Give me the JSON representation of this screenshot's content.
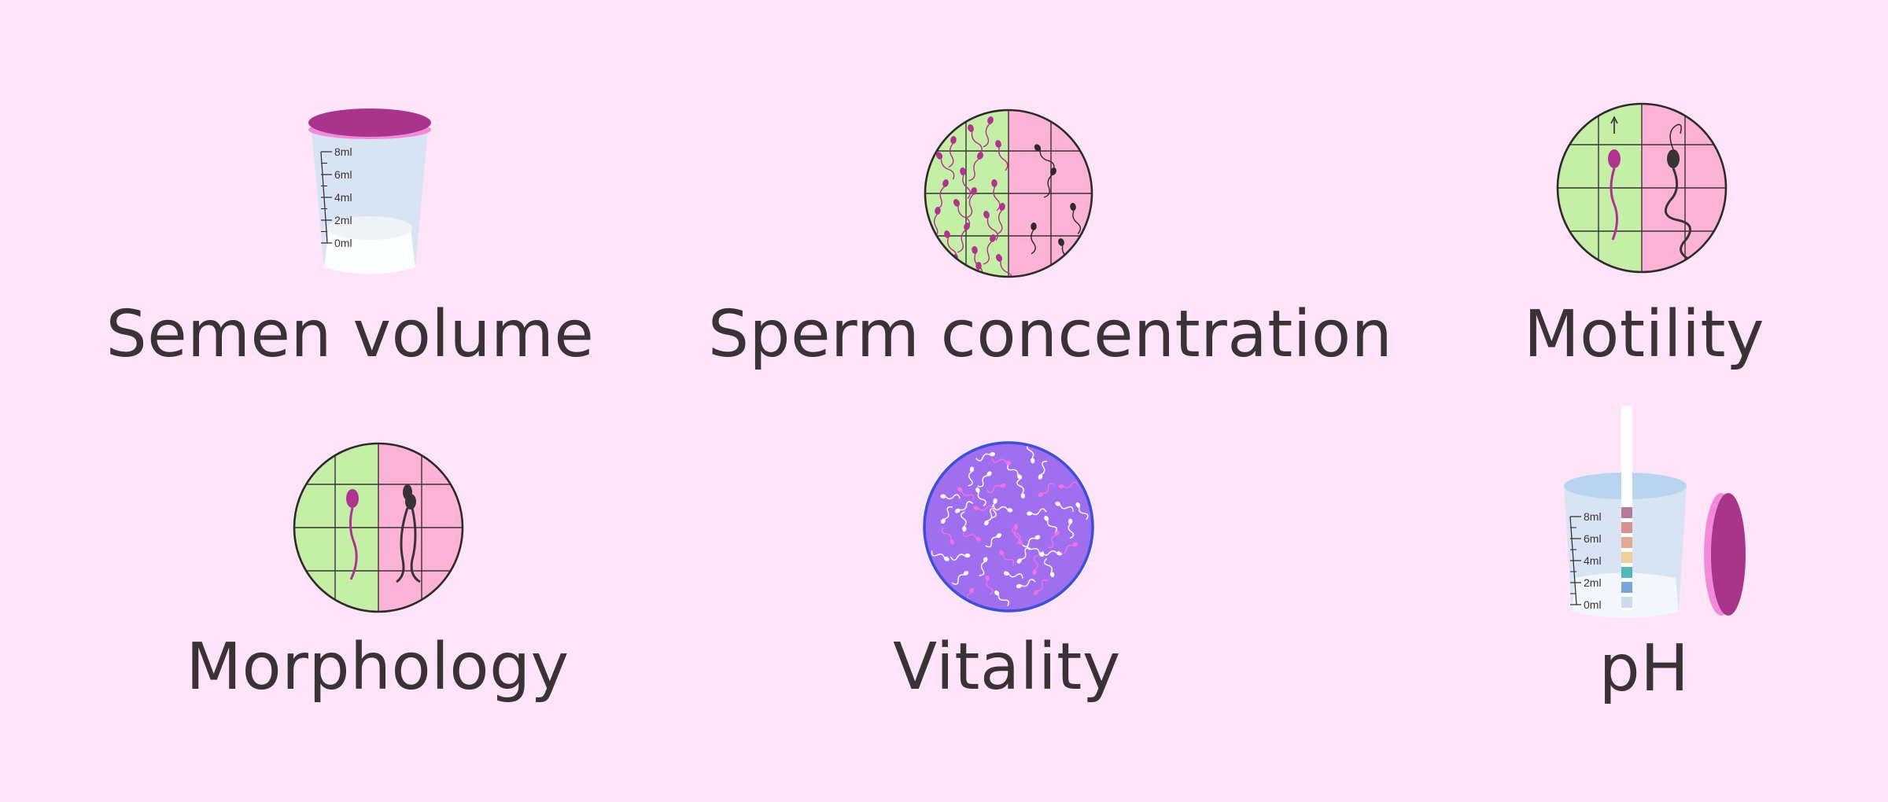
{
  "colors": {
    "background": "#fde4f9",
    "text": "#3a3336",
    "green": "#c5eea6",
    "pink": "#fcb3d6",
    "magenta": "#b0338f",
    "vitality_fill": "#a06ff0",
    "vitality_border": "#3c4fd6",
    "cup": "#d8e4f4"
  },
  "labels": {
    "semen_volume": "Semen volume",
    "sperm_concentration": "Sperm concentration",
    "motility": "Motility",
    "morphology": "Morphology",
    "vitality": "Vitality",
    "ph": "pH"
  },
  "cup_scale": [
    "8ml",
    "6ml",
    "4ml",
    "2ml",
    "0ml"
  ],
  "ph_strip_colors": [
    "#b37b96",
    "#d98f96",
    "#e7a98f",
    "#f0cf94",
    "#52b8ba",
    "#7aa6d6",
    "#cfdbeb"
  ],
  "icons": {
    "semen_volume": "measuring-cup-icon",
    "sperm_concentration": "microscope-grid-icon",
    "motility": "motility-grid-icon",
    "morphology": "morphology-grid-icon",
    "vitality": "vitality-circle-icon",
    "ph": "ph-cup-strip-icon"
  }
}
